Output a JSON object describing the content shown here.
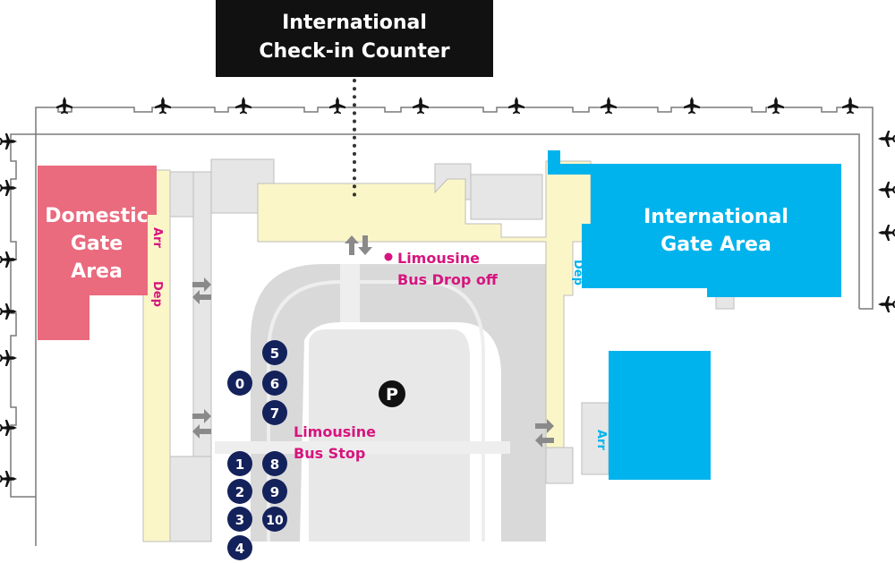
{
  "callout": {
    "line1": "International",
    "line2": "Check-in Counter"
  },
  "areas": {
    "domestic": {
      "line1": "Domestic",
      "line2": "Gate",
      "line3": "Area",
      "color": "#ea6a7e"
    },
    "international": {
      "line1": "International",
      "line2": "Gate Area",
      "color": "#00b3ec"
    }
  },
  "direction_labels": {
    "domestic_arr": "Arr",
    "domestic_dep": "Dep",
    "international_dep": "Dep",
    "international_arr": "Arr"
  },
  "limousine": {
    "drop_off_line1": "Limousine",
    "drop_off_line2": "Bus Drop off",
    "stop_line1": "Limousine",
    "stop_line2": "Bus Stop",
    "color": "#d6157e"
  },
  "parking": {
    "symbol": "P"
  },
  "bus_stops": {
    "s0": "0",
    "s1": "1",
    "s2": "2",
    "s3": "3",
    "s4": "4",
    "s5": "5",
    "s6": "6",
    "s7": "7",
    "s8": "8",
    "s9": "9",
    "s10": "10",
    "color": "#14225c"
  },
  "colors": {
    "corridor": "#fbf6c8",
    "road": "#d9d9da",
    "building": "#e6e6e6",
    "outline": "#7a7a7a",
    "arrow": "#8a8a8a"
  },
  "icons": {
    "aircraft": "airplane-icon",
    "arrows": "direction-arrow-icon",
    "parking": "parking-icon"
  }
}
